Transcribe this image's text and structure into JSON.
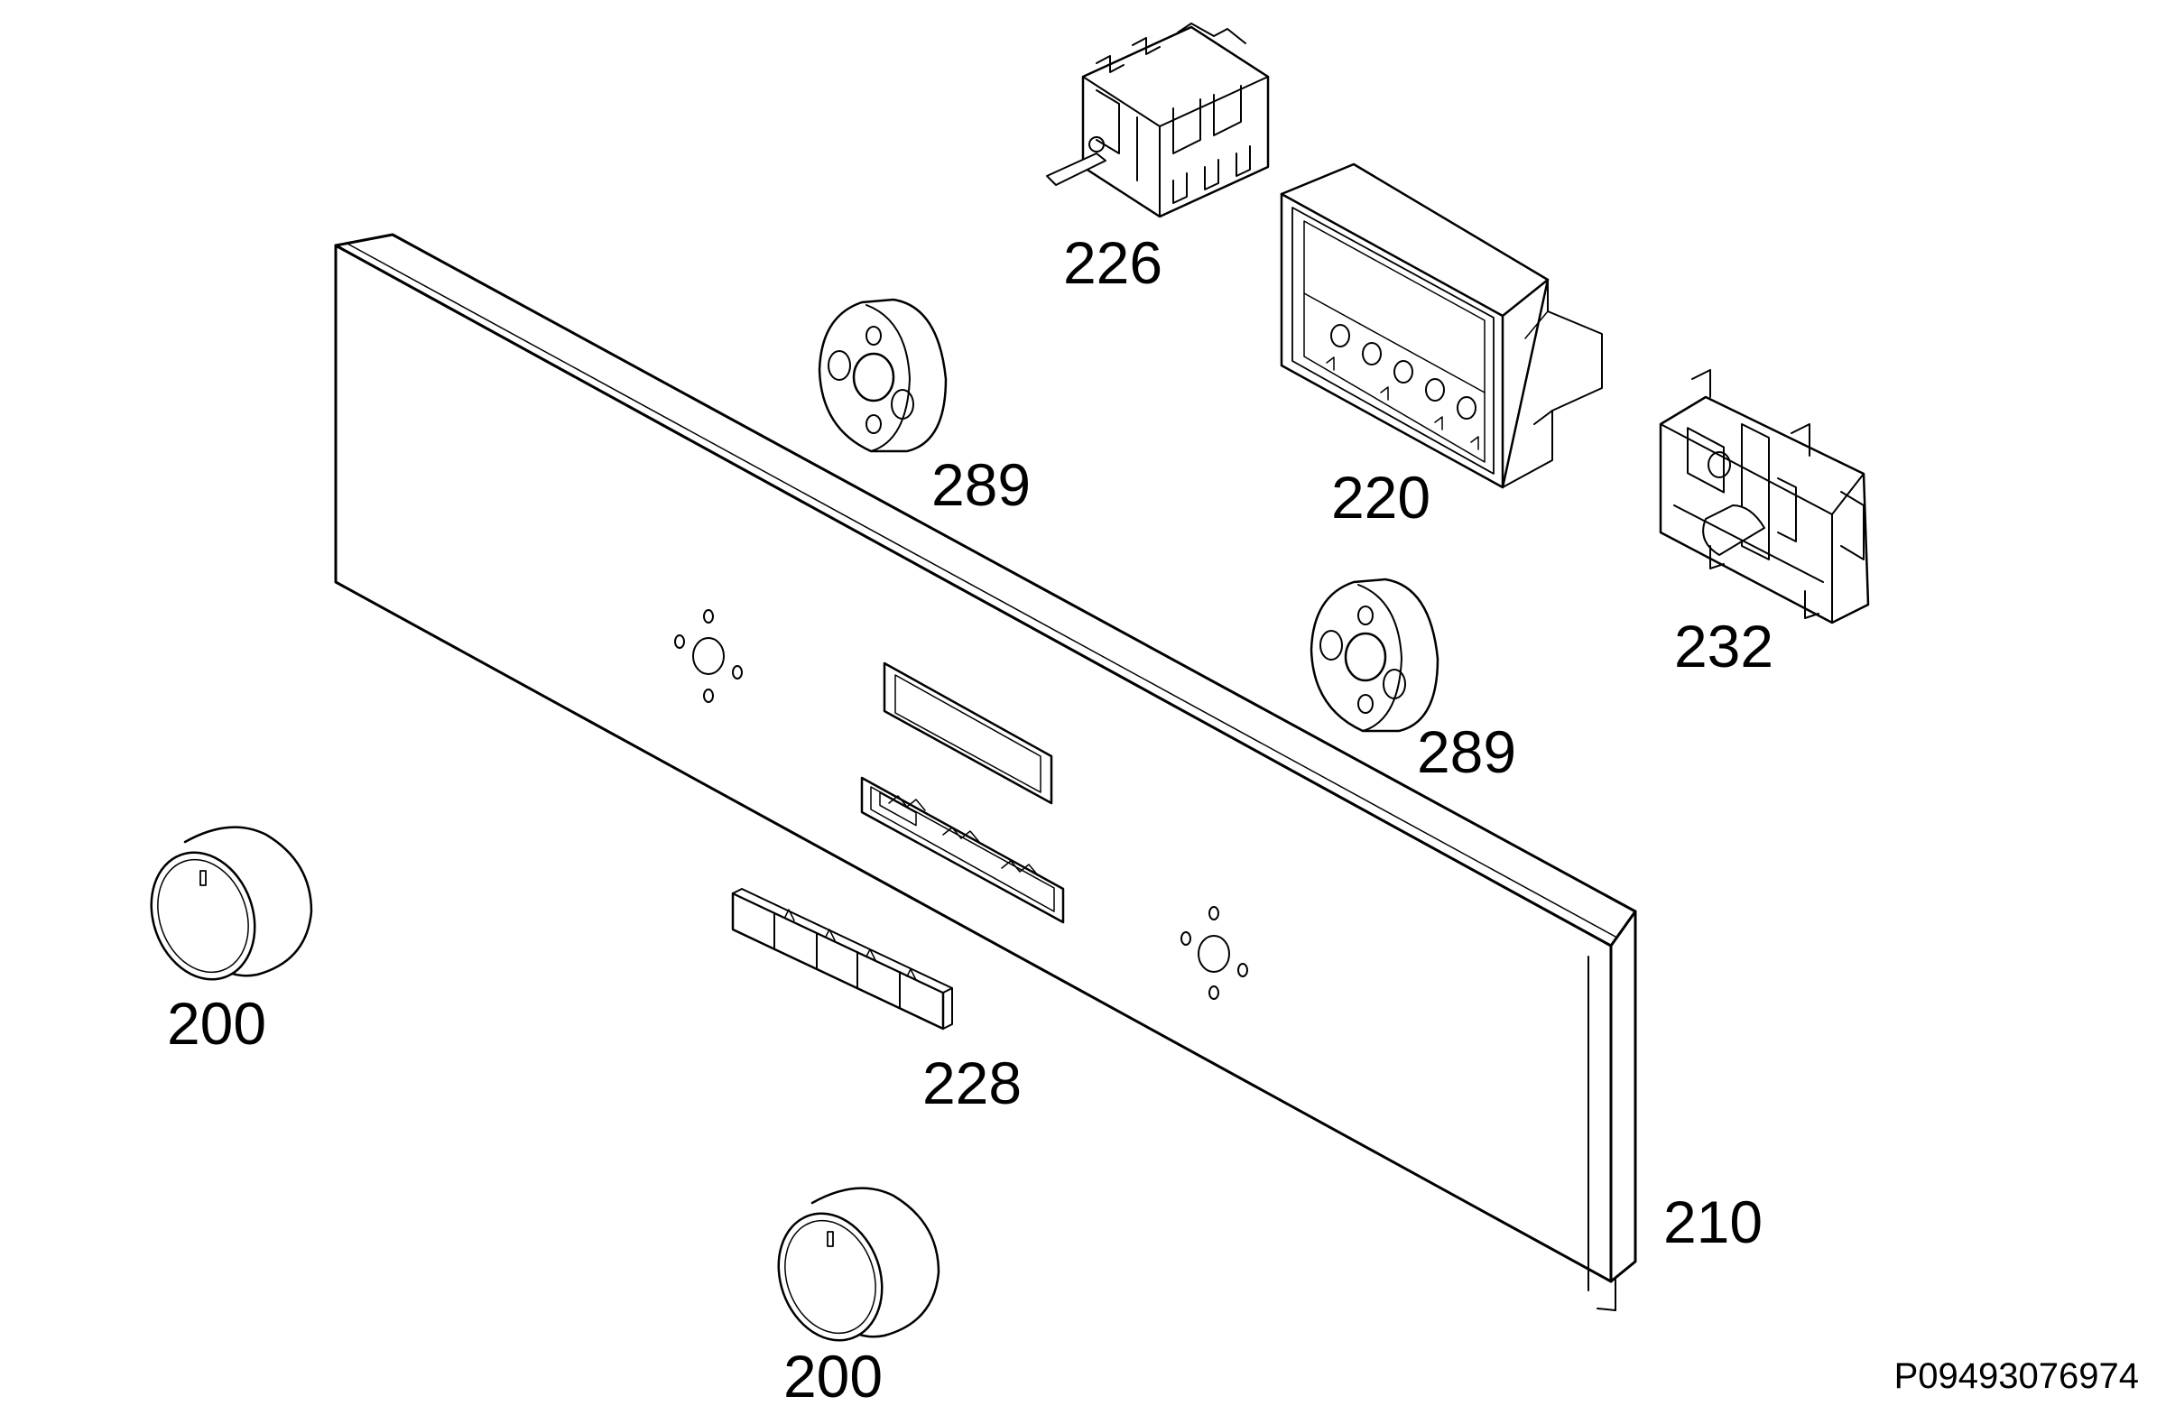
{
  "labels": {
    "p226": "226",
    "p220": "220",
    "p289_top": "289",
    "p289_right": "289",
    "p232": "232",
    "p200_left": "200",
    "p228": "228",
    "p210": "210",
    "p200_bottom": "200"
  },
  "drawing_id": "P09493076974"
}
